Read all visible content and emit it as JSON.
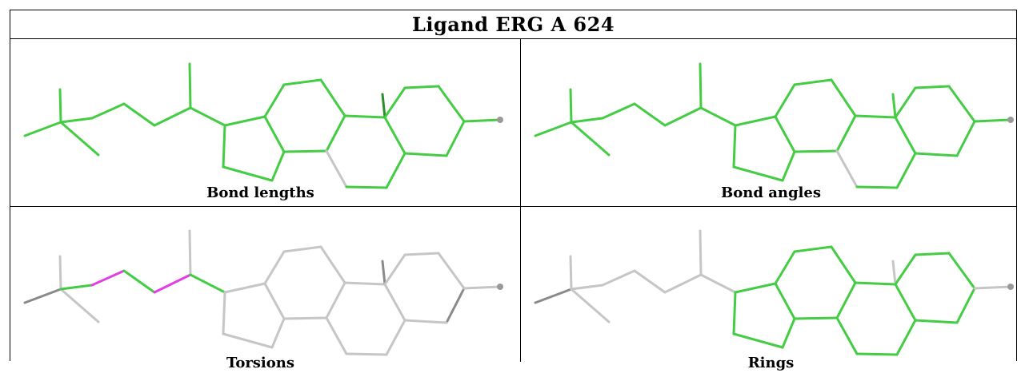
{
  "title": "Ligand ERG A 624",
  "colors": {
    "ok": "#44cc44",
    "ok_dark": "#2a8f2a",
    "neutral": "#c6c6c6",
    "neutral_dark": "#8a8a8a",
    "outlier": "#e040e0",
    "atom": "#999999"
  },
  "panels": [
    {
      "label": "Bond lengths",
      "mode": "lengths"
    },
    {
      "label": "Bond angles",
      "mode": "angles"
    },
    {
      "label": "Torsions",
      "mode": "torsions"
    },
    {
      "label": "Rings",
      "mode": "rings"
    }
  ]
}
